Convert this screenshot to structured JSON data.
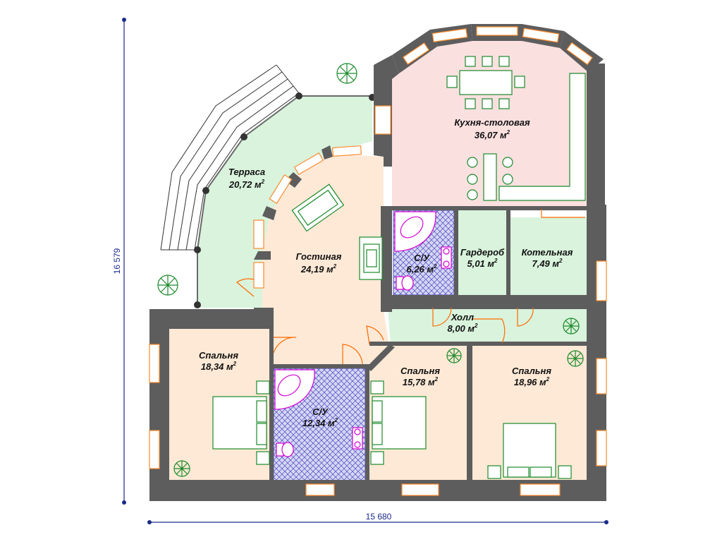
{
  "dimensions": {
    "width_label": "15 680",
    "height_label": "16 579",
    "color": "#1a2a8a"
  },
  "colors": {
    "wall": "#5d5d5d",
    "kitchen": "#fbe0e0",
    "living": "#fde9d6",
    "bedroom": "#fde9d6",
    "terrace": "#d9f3dc",
    "utility": "#d9f3dc",
    "bathroom_tile": "#3a3ab0",
    "window": "#ff8a2a",
    "furniture": "#1b8a2a",
    "sanitary": "#d400d4"
  },
  "rooms": {
    "kitchen": {
      "name": "Кухня-столовая",
      "area": "36,07",
      "unit": "м"
    },
    "terrace": {
      "name": "Терраса",
      "area": "20,72",
      "unit": "м"
    },
    "living": {
      "name": "Гостиная",
      "area": "24,19",
      "unit": "м"
    },
    "bath_small": {
      "name": "С/У",
      "area": "6,26",
      "unit": "м"
    },
    "wardrobe": {
      "name": "Гардероб",
      "area": "5,01",
      "unit": "м"
    },
    "boiler": {
      "name": "Котельная",
      "area": "7,49",
      "unit": "м"
    },
    "hall": {
      "name": "Холл",
      "area": "8,00",
      "unit": "м"
    },
    "bedroom_left": {
      "name": "Спальня",
      "area": "18,34",
      "unit": "м"
    },
    "bath_big": {
      "name": "С/У",
      "area": "12,34",
      "unit": "м"
    },
    "bedroom_mid": {
      "name": "Спальня",
      "area": "15,78",
      "unit": "м"
    },
    "bedroom_right": {
      "name": "Спальня",
      "area": "18,96",
      "unit": "м"
    }
  },
  "area_superscript": "2"
}
